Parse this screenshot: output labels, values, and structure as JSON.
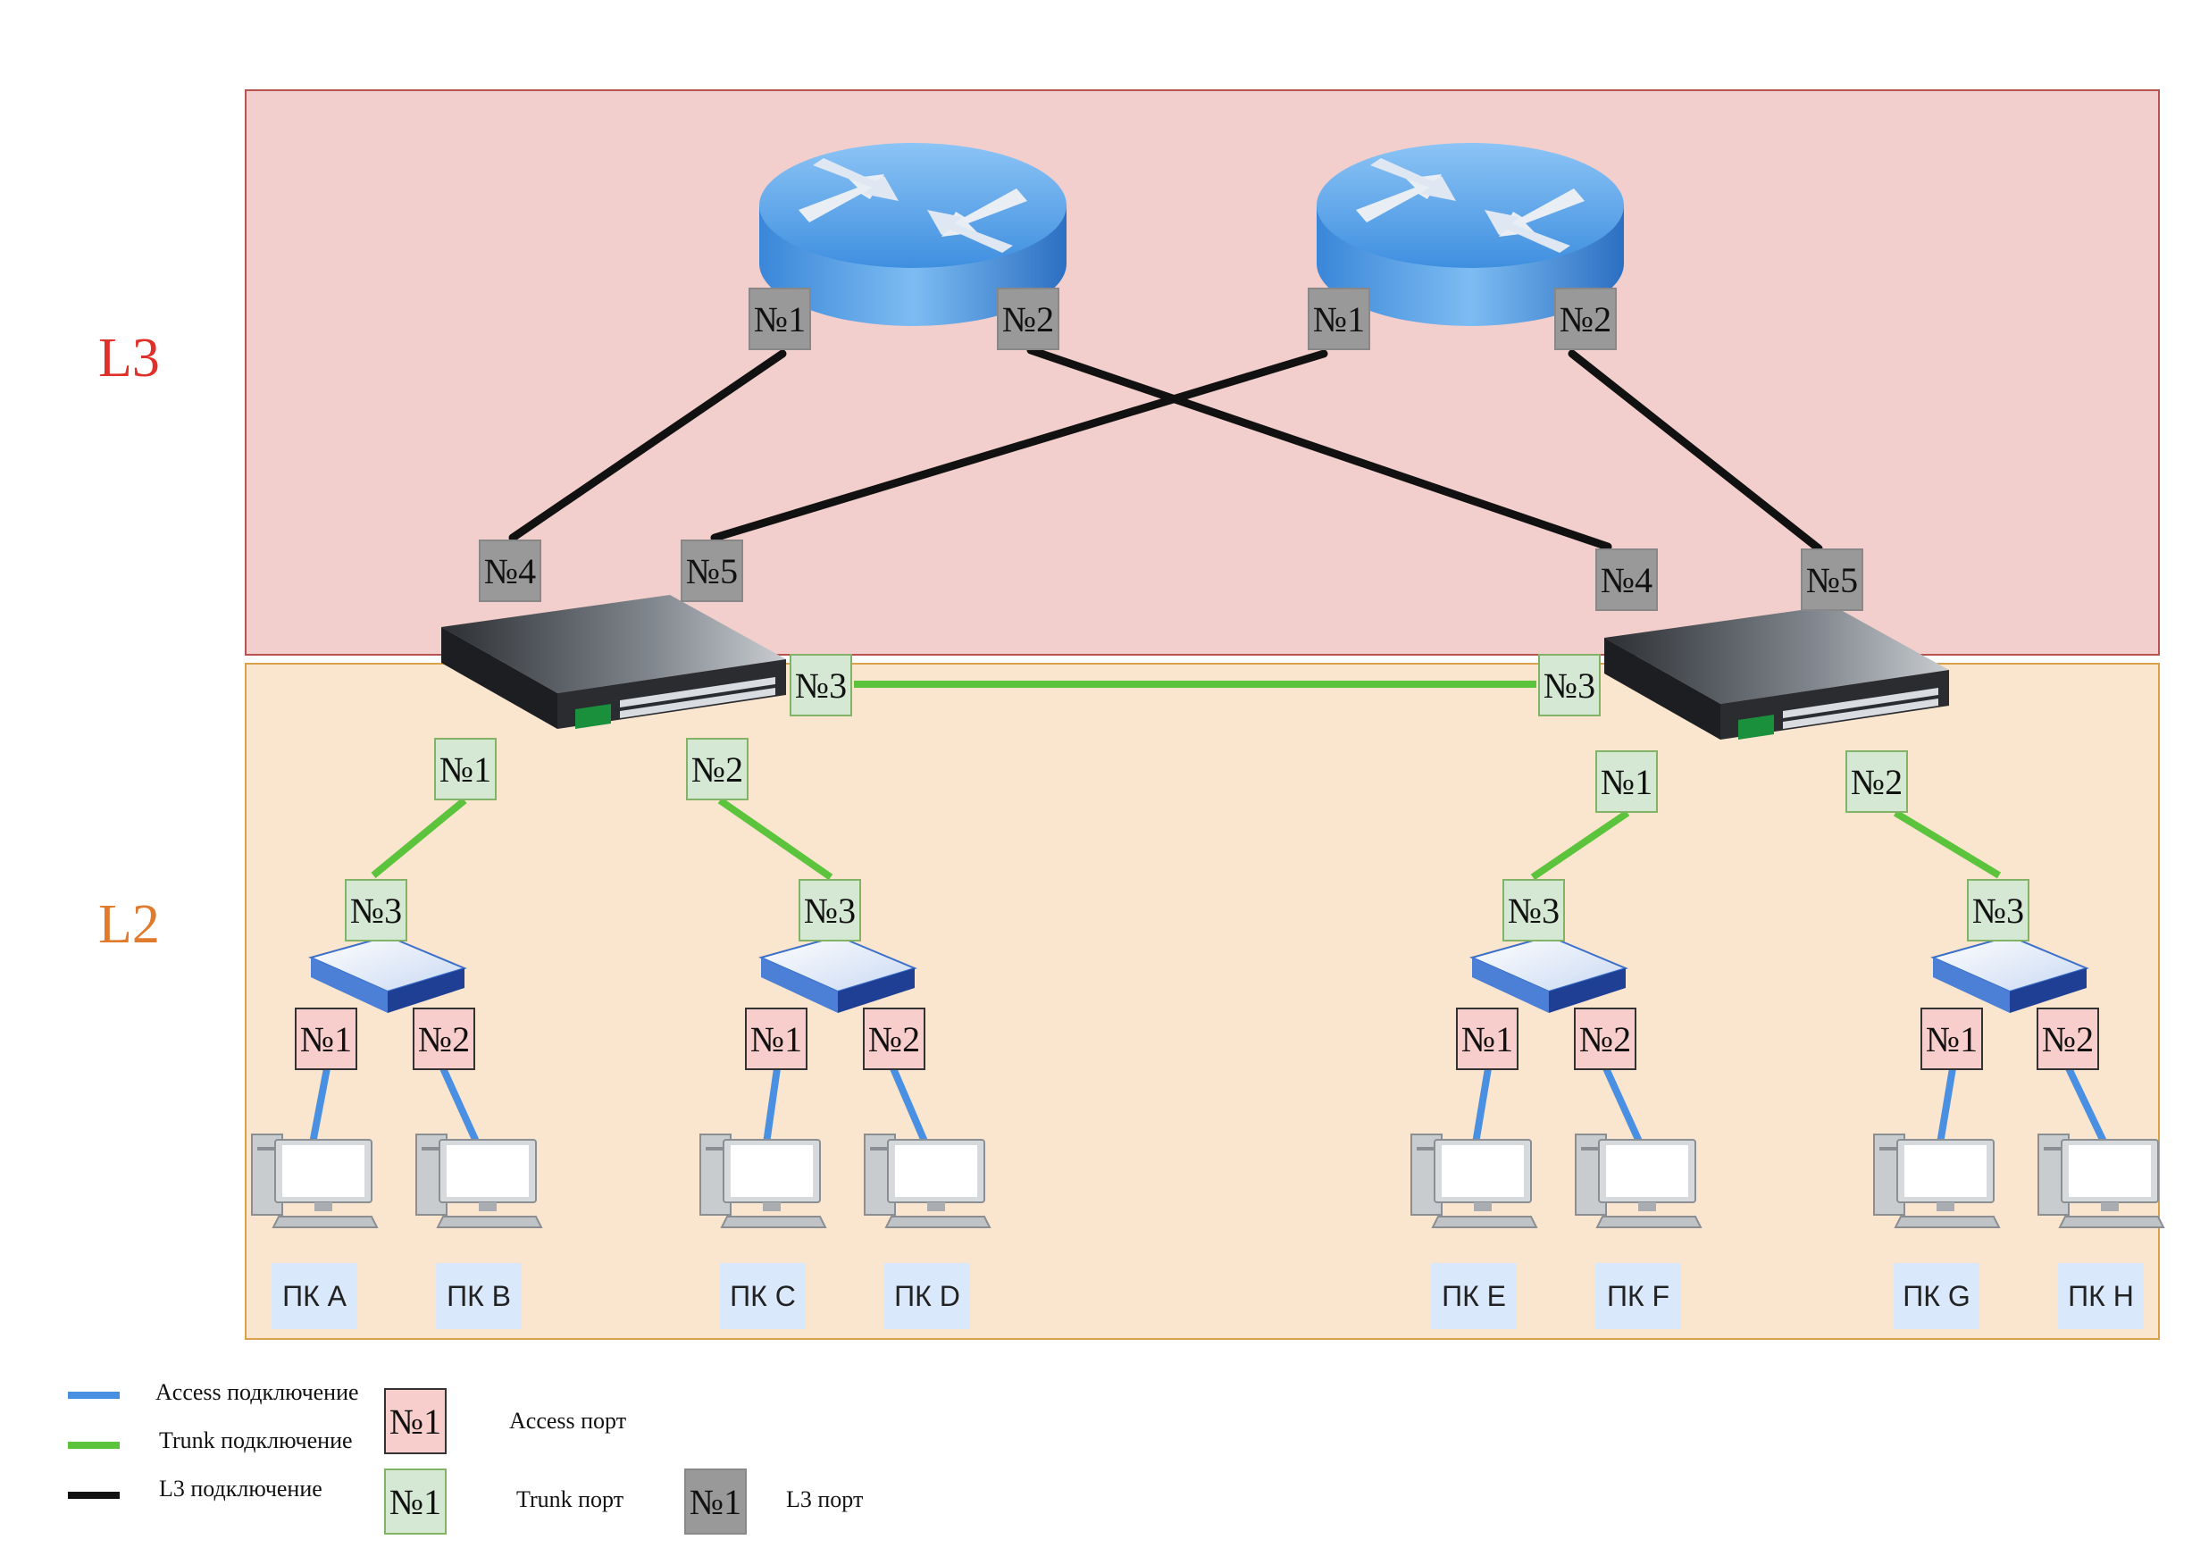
{
  "layers": {
    "l3": "L3",
    "l2": "L2"
  },
  "routers": [
    {
      "ports": [
        "№1",
        "№2"
      ]
    },
    {
      "ports": [
        "№1",
        "№2"
      ]
    }
  ],
  "core_switches": [
    {
      "l3_ports": [
        "№4",
        "№5"
      ],
      "trunk_ports": [
        "№3",
        "№1",
        "№2"
      ]
    },
    {
      "l3_ports": [
        "№4",
        "№5"
      ],
      "trunk_ports": [
        "№3",
        "№1",
        "№2"
      ]
    }
  ],
  "access_switches": [
    {
      "uplink": "№3",
      "ports": [
        "№1",
        "№2"
      ]
    },
    {
      "uplink": "№3",
      "ports": [
        "№1",
        "№2"
      ]
    },
    {
      "uplink": "№3",
      "ports": [
        "№1",
        "№2"
      ]
    },
    {
      "uplink": "№3",
      "ports": [
        "№1",
        "№2"
      ]
    }
  ],
  "pcs": [
    "ПК A",
    "ПК B",
    "ПК C",
    "ПК D",
    "ПК E",
    "ПК F",
    "ПК G",
    "ПК H"
  ],
  "legend": {
    "access_connection": "Access подключение",
    "trunk_connection": "Trunk подключение",
    "l3_connection": "L3 подключение",
    "access_port": "Access порт",
    "trunk_port": "Trunk порт",
    "l3_port": "L3 порт",
    "sample_port": "№1"
  },
  "colors": {
    "l3_zone": "#f2cfcc",
    "l2_zone": "#fae5cf",
    "access_line": "#4a90e2",
    "trunk_line": "#5cc43c",
    "l3_line": "#111111",
    "l3_label": "#e0302a",
    "l2_label": "#e07b2e"
  },
  "icons": [
    "router-icon",
    "core-switch-icon",
    "access-switch-icon",
    "pc-icon"
  ]
}
